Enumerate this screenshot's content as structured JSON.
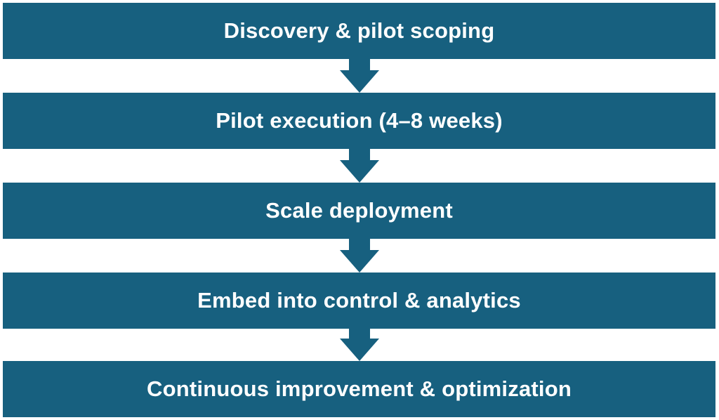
{
  "flow": {
    "steps": [
      {
        "label": "Discovery & pilot scoping"
      },
      {
        "label": "Pilot execution (4–8 weeks)"
      },
      {
        "label": "Scale deployment"
      },
      {
        "label": "Embed into control & analytics"
      },
      {
        "label": "Continuous improvement & optimization"
      }
    ]
  },
  "colors": {
    "step_fill": "#17607f",
    "arrow_fill": "#17607f",
    "text": "#ffffff",
    "background": "#ffffff"
  },
  "icons": {
    "connector": "down-arrow-icon"
  }
}
